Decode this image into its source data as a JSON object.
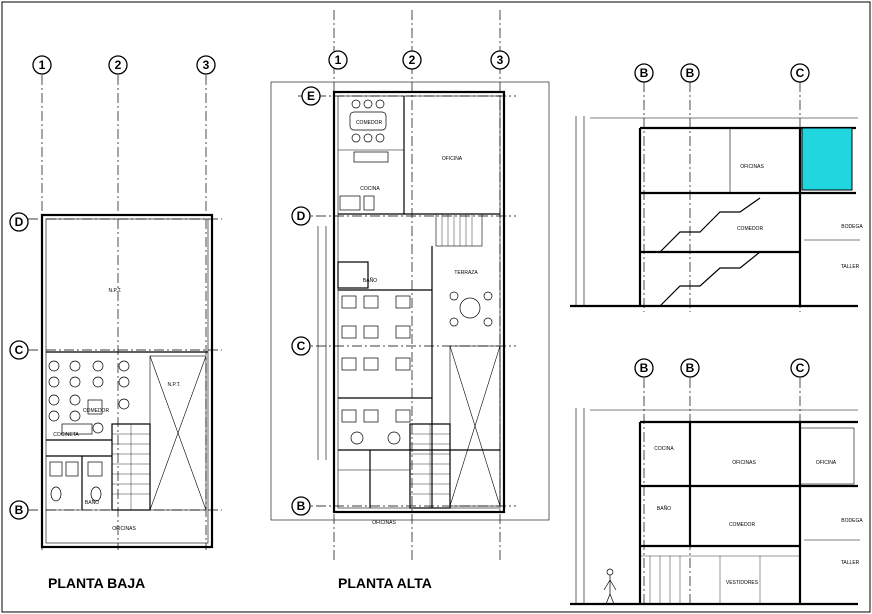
{
  "titles": {
    "ground_floor": "PLANTA BAJA",
    "upper_floor": "PLANTA ALTA"
  },
  "axes": {
    "ground_columns": [
      "1",
      "2",
      "3"
    ],
    "ground_rows": [
      "D",
      "C",
      "B"
    ],
    "upper_columns": [
      "1",
      "2",
      "3"
    ],
    "upper_rows": [
      "E",
      "D",
      "C",
      "B"
    ],
    "section_top": [
      "B",
      "B",
      "C"
    ],
    "section_bottom": [
      "B",
      "B",
      "C"
    ]
  },
  "ground_rooms": {
    "comedor": "COMEDOR",
    "cocineta": "COCINETA",
    "bano": "BAÑO",
    "oficinas": "OFICINAS"
  },
  "upper_rooms": {
    "comedor": "COMEDOR",
    "oficina": "OFICINA",
    "cocina": "COCINA",
    "bano": "BAÑO",
    "terraza": "TERRAZA",
    "oficinas": "OFICINAS"
  },
  "section_top_rooms": {
    "oficinas": "OFICINAS",
    "comedor": "COMEDOR",
    "bodega": "BODEGA",
    "taller": "TALLER"
  },
  "section_bottom_rooms": {
    "cocina": "COCINA",
    "oficinas": "OFICINAS",
    "oficina": "OFICINA",
    "bano": "BAÑO",
    "comedor": "COMEDOR",
    "bodega": "BODEGA",
    "taller": "TALLER",
    "vestidores": "VESTIDORES"
  },
  "colors": {
    "line": "#000000",
    "glass": "#22d6e0",
    "background": "#ffffff"
  }
}
